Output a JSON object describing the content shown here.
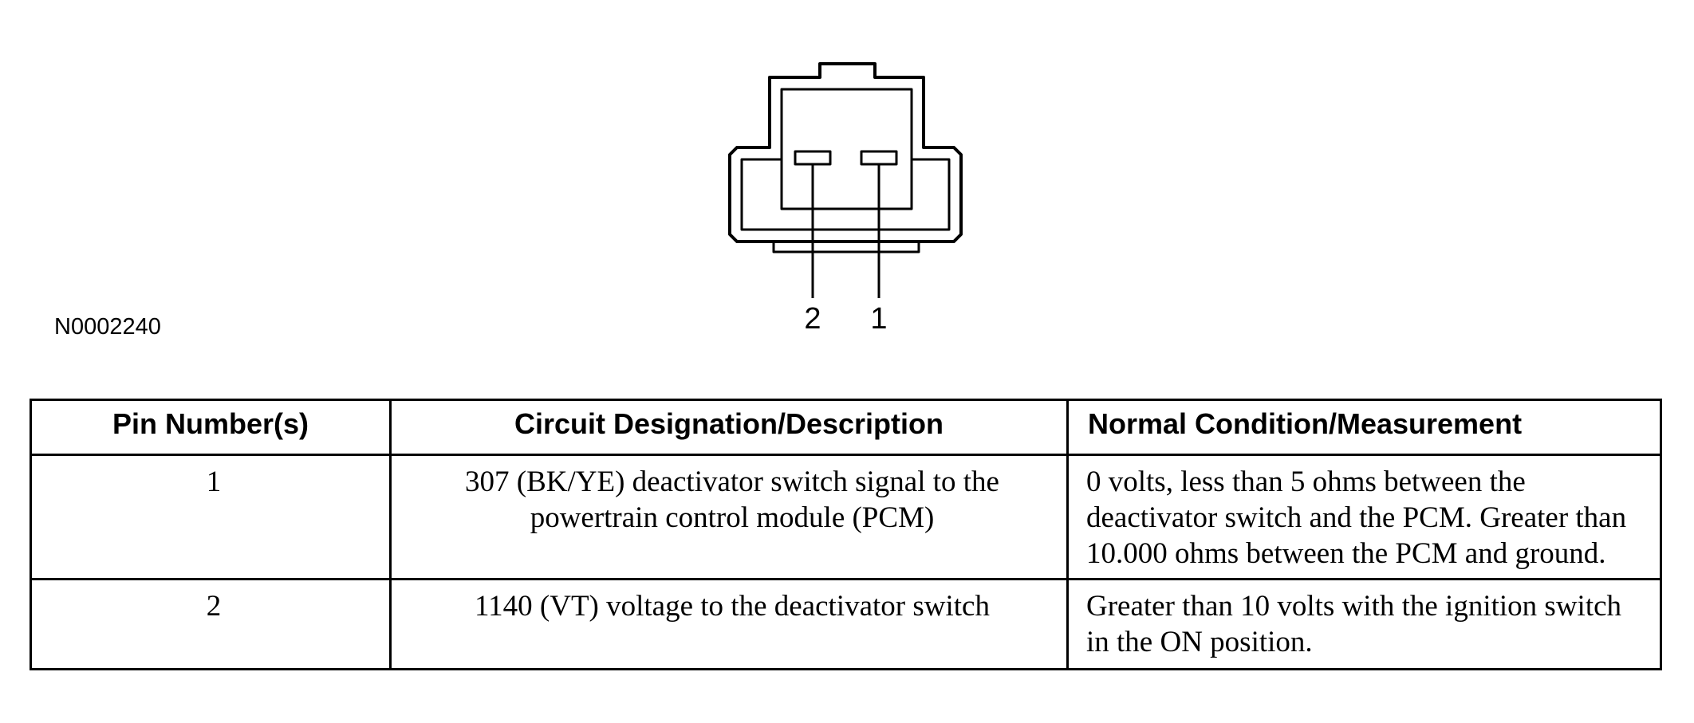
{
  "figure_id": "N0002240",
  "connector": {
    "pin_labels": [
      "2",
      "1"
    ]
  },
  "table": {
    "headers": [
      "Pin Number(s)",
      "Circuit Designation/Description",
      "Normal Condition/Measurement"
    ],
    "rows": [
      {
        "pin": "1",
        "circuit": "307 (BK/YE) deactivator switch signal to the powertrain control module (PCM)",
        "condition": "0 volts, less than 5 ohms between the deactivator switch and the PCM. Greater than 10.000 ohms between the PCM and ground."
      },
      {
        "pin": "2",
        "circuit": "1140 (VT) voltage to the deactivator switch",
        "condition": "Greater than 10 volts with the ignition switch in the ON position."
      }
    ]
  }
}
